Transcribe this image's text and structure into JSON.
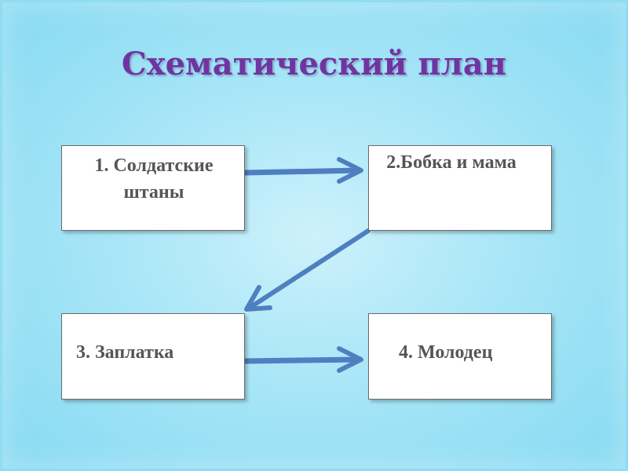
{
  "slide": {
    "title": "Схематический план"
  },
  "diagram": {
    "boxes": [
      {
        "label": "1. Солдатские штаны"
      },
      {
        "label": "2.Бобка и мама"
      },
      {
        "label": "3. Заплатка"
      },
      {
        "label": "4. Молодец"
      }
    ],
    "arrows": [
      {
        "from": 1,
        "to": 2
      },
      {
        "from": 2,
        "to": 3
      },
      {
        "from": 3,
        "to": 4
      }
    ],
    "colors": {
      "title": "#7034a0",
      "arrow": "#4f7fc0",
      "box_border": "#6a6a6a",
      "label": "#555555"
    }
  }
}
